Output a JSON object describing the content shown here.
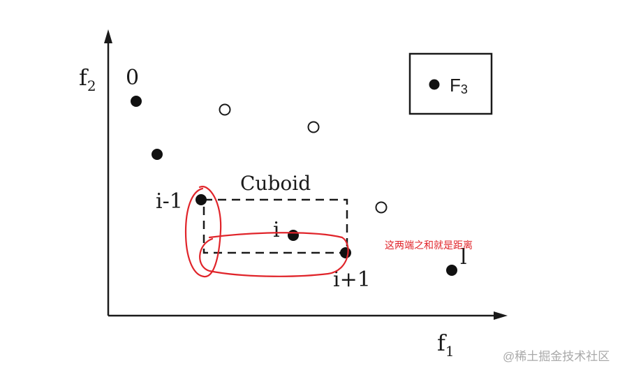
{
  "axes": {
    "x_label": "f",
    "x_subscript": "1",
    "y_label": "f",
    "y_subscript": "2"
  },
  "points": [
    {
      "id": "p0",
      "f1": 195,
      "f2": 145,
      "filled": true,
      "label": "0"
    },
    {
      "id": "p1",
      "f1": 225,
      "f2": 221,
      "filled": true,
      "label": ""
    },
    {
      "id": "pim1",
      "f1": 288,
      "f2": 286,
      "filled": true,
      "label": "i-1"
    },
    {
      "id": "pi",
      "f1": 420,
      "f2": 337,
      "filled": true,
      "label": "i"
    },
    {
      "id": "pip1",
      "f1": 495,
      "f2": 362,
      "filled": true,
      "label": "i+1"
    },
    {
      "id": "pl",
      "f1": 647,
      "f2": 387,
      "filled": true,
      "label": "l"
    },
    {
      "id": "o1",
      "f1": 322,
      "f2": 157,
      "filled": false,
      "label": ""
    },
    {
      "id": "o2",
      "f1": 449,
      "f2": 182,
      "filled": false,
      "label": ""
    },
    {
      "id": "o3",
      "f1": 546,
      "f2": 297,
      "filled": false,
      "label": ""
    }
  ],
  "cuboid": {
    "label": "Cuboid"
  },
  "legend": {
    "label": "F",
    "subscript": "3"
  },
  "annotation": {
    "text": "这两端之和就是距离",
    "color": "#e0242a"
  },
  "watermark": {
    "text": "@稀土掘金技术社区"
  }
}
